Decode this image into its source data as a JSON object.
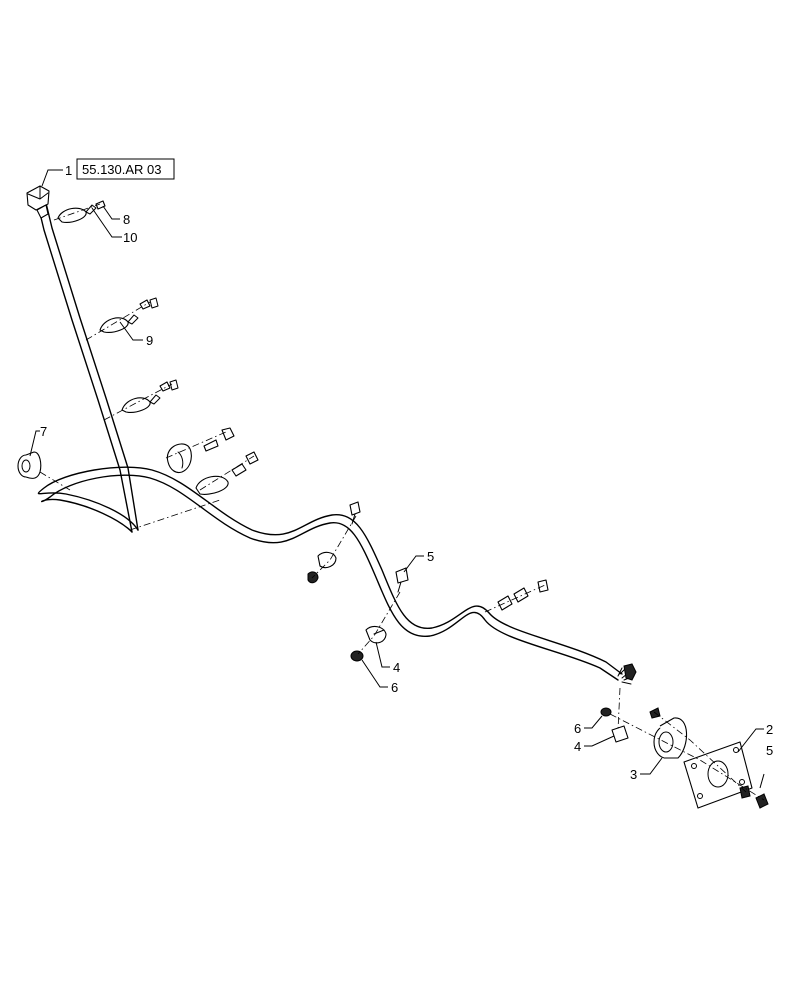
{
  "callouts": {
    "c1": "1",
    "ref_box": "55.130.AR 03",
    "c8": "8",
    "c10": "10",
    "c9": "9",
    "c7": "7",
    "c5a": "5",
    "c4a": "4",
    "c6a": "6",
    "c2": "2",
    "c5b": "5",
    "c6b": "6",
    "c4b": "4",
    "c3": "3"
  }
}
